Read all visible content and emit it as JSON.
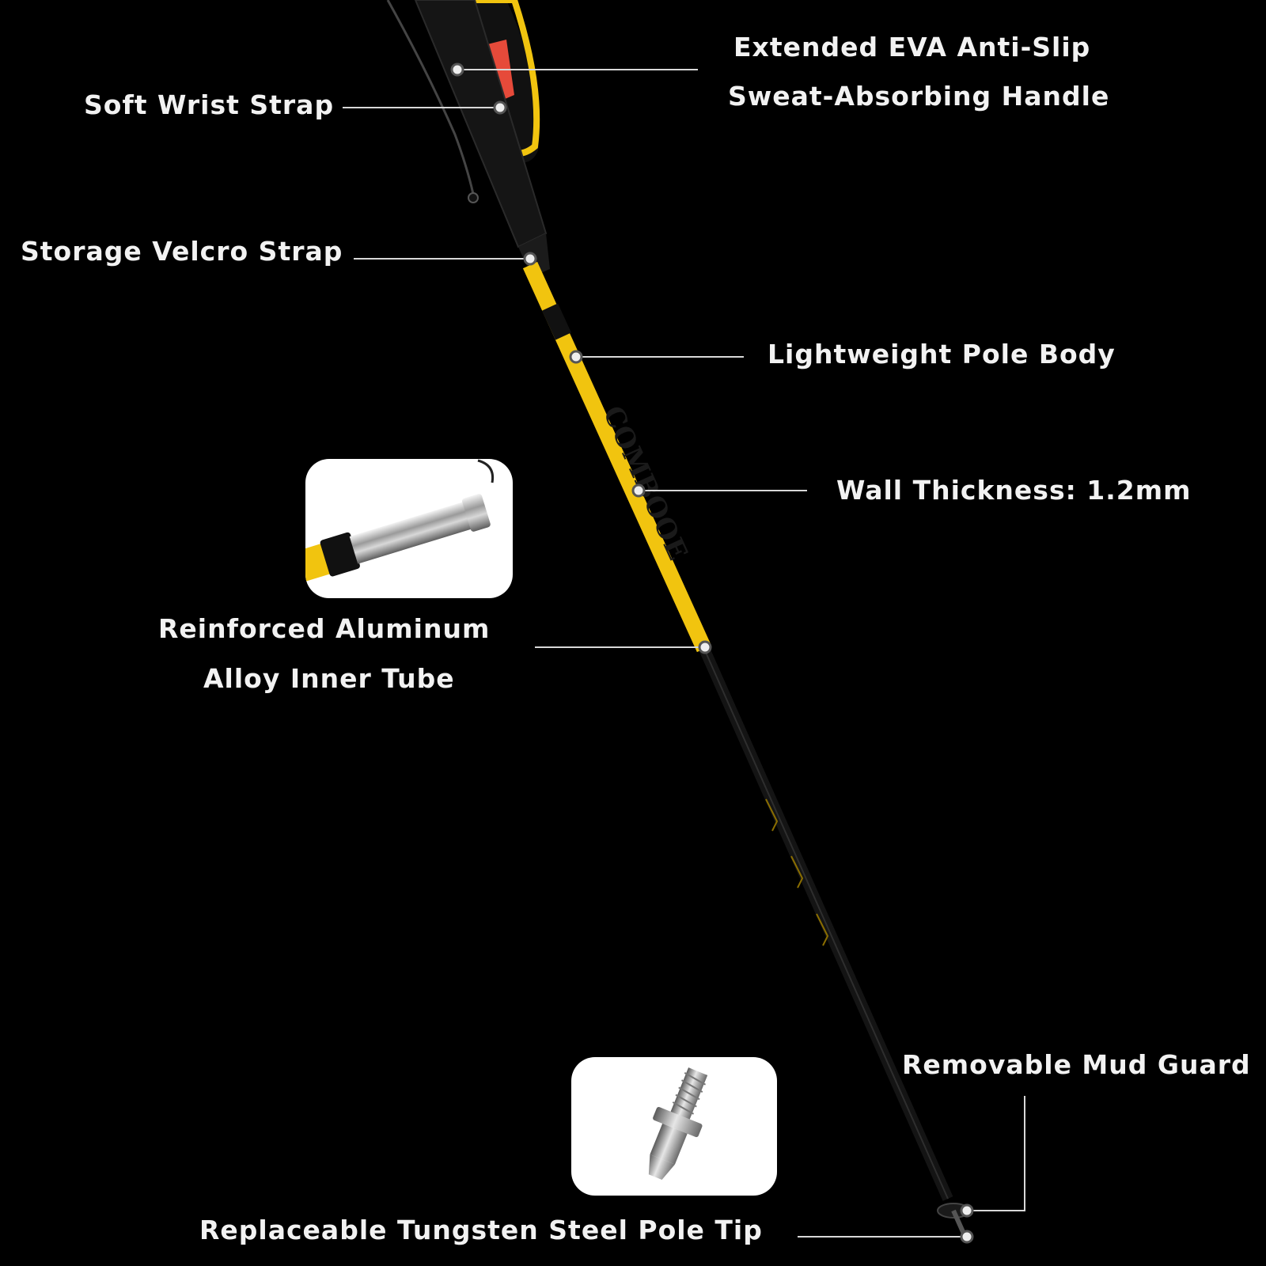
{
  "labels": {
    "handle_line1": "Extended EVA Anti-Slip",
    "handle_line2": "Sweat-Absorbing Handle",
    "wrist_strap": "Soft Wrist Strap",
    "velcro_strap": "Storage Velcro Strap",
    "pole_body": "Lightweight Pole Body",
    "wall_thickness": "Wall Thickness: 1.2mm",
    "inner_tube_line1": "Reinforced Aluminum",
    "inner_tube_line2": "Alloy Inner Tube",
    "mud_guard": "Removable Mud Guard",
    "pole_tip": "Replaceable Tungsten Steel Pole Tip"
  },
  "pole_brand_text": "COMBOOE",
  "colors": {
    "background": "#000000",
    "pole_yellow": "#f1c40f",
    "label_text": "#f2f2f2",
    "leader_line": "#d8d8d8"
  }
}
